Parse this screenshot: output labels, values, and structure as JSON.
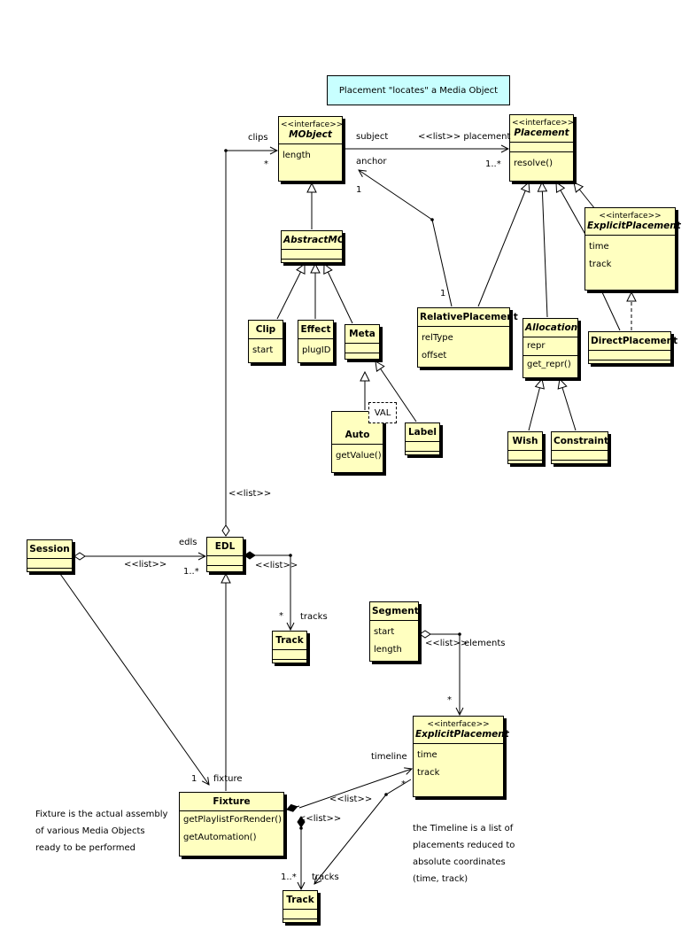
{
  "note_top": "Placement \"locates\" a Media Object",
  "classes": {
    "mobject": {
      "stereo": "<<interface>>",
      "name": "MObject",
      "attrs": [
        "length"
      ]
    },
    "placement": {
      "stereo": "<<interface>>",
      "name": "Placement",
      "ops": [
        "resolve()"
      ]
    },
    "abstractmo": {
      "name": "AbstractMO"
    },
    "clip": {
      "name": "Clip",
      "attrs": [
        "start"
      ]
    },
    "effect": {
      "name": "Effect",
      "attrs": [
        "plugID"
      ]
    },
    "meta": {
      "name": "Meta"
    },
    "auto": {
      "name": "Auto",
      "ops": [
        "getValue()"
      ]
    },
    "label": {
      "name": "Label"
    },
    "relative": {
      "name": "RelativePlacement",
      "attrs": [
        "relType",
        "offset"
      ]
    },
    "allocation": {
      "name": "Allocation",
      "attrs": [
        "repr"
      ],
      "ops": [
        "get_repr()"
      ]
    },
    "explicit_top": {
      "stereo": "<<interface>>",
      "name": "ExplicitPlacement",
      "attrs": [
        "time",
        "track"
      ]
    },
    "direct": {
      "name": "DirectPlacement"
    },
    "wish": {
      "name": "Wish"
    },
    "constraint": {
      "name": "Constraint"
    },
    "session": {
      "name": "Session"
    },
    "edl": {
      "name": "EDL"
    },
    "track1": {
      "name": "Track"
    },
    "segment": {
      "name": "Segment",
      "attrs": [
        "start",
        "length"
      ]
    },
    "explicit_bottom": {
      "stereo": "<<interface>>",
      "name": "ExplicitPlacement",
      "attrs": [
        "time",
        "track"
      ]
    },
    "fixture": {
      "name": "Fixture",
      "ops": [
        "getPlaylistForRender()",
        "getAutomation()"
      ]
    },
    "track2": {
      "name": "Track"
    }
  },
  "val_box": "VAL",
  "labels": {
    "clips": "clips",
    "star_clips": "*",
    "subject": "subject",
    "list_placement": "<<list>>  placement",
    "mult_1star_placement": "1..*",
    "anchor": "anchor",
    "one_anchor": "1",
    "one_relative": "1",
    "list_edl_clips": "<<list>>",
    "edls": "edls",
    "list_session": "<<list>>",
    "mult_edls": "1..*",
    "list_tracks": "<<list>>",
    "star_tracks": "*",
    "tracks": "tracks",
    "list_elements": "<<list>>",
    "elements": "elements",
    "star_elements": "*",
    "timeline": "timeline",
    "star_timeline": "*",
    "list_timeline": "<<list>>",
    "one_fixture": "1",
    "fixture_role": "fixture",
    "list_fixture_tracks": "<<list>>",
    "mult_fixture_tracks": "1..*",
    "tracks2": "tracks"
  },
  "notes": {
    "fixture_note": [
      "Fixture is the actual assembly",
      "of various Media Objects",
      "ready to be performed"
    ],
    "timeline_note": [
      "the Timeline is a list of",
      "placements reduced to",
      "absolute coordinates",
      "(time, track)"
    ]
  }
}
